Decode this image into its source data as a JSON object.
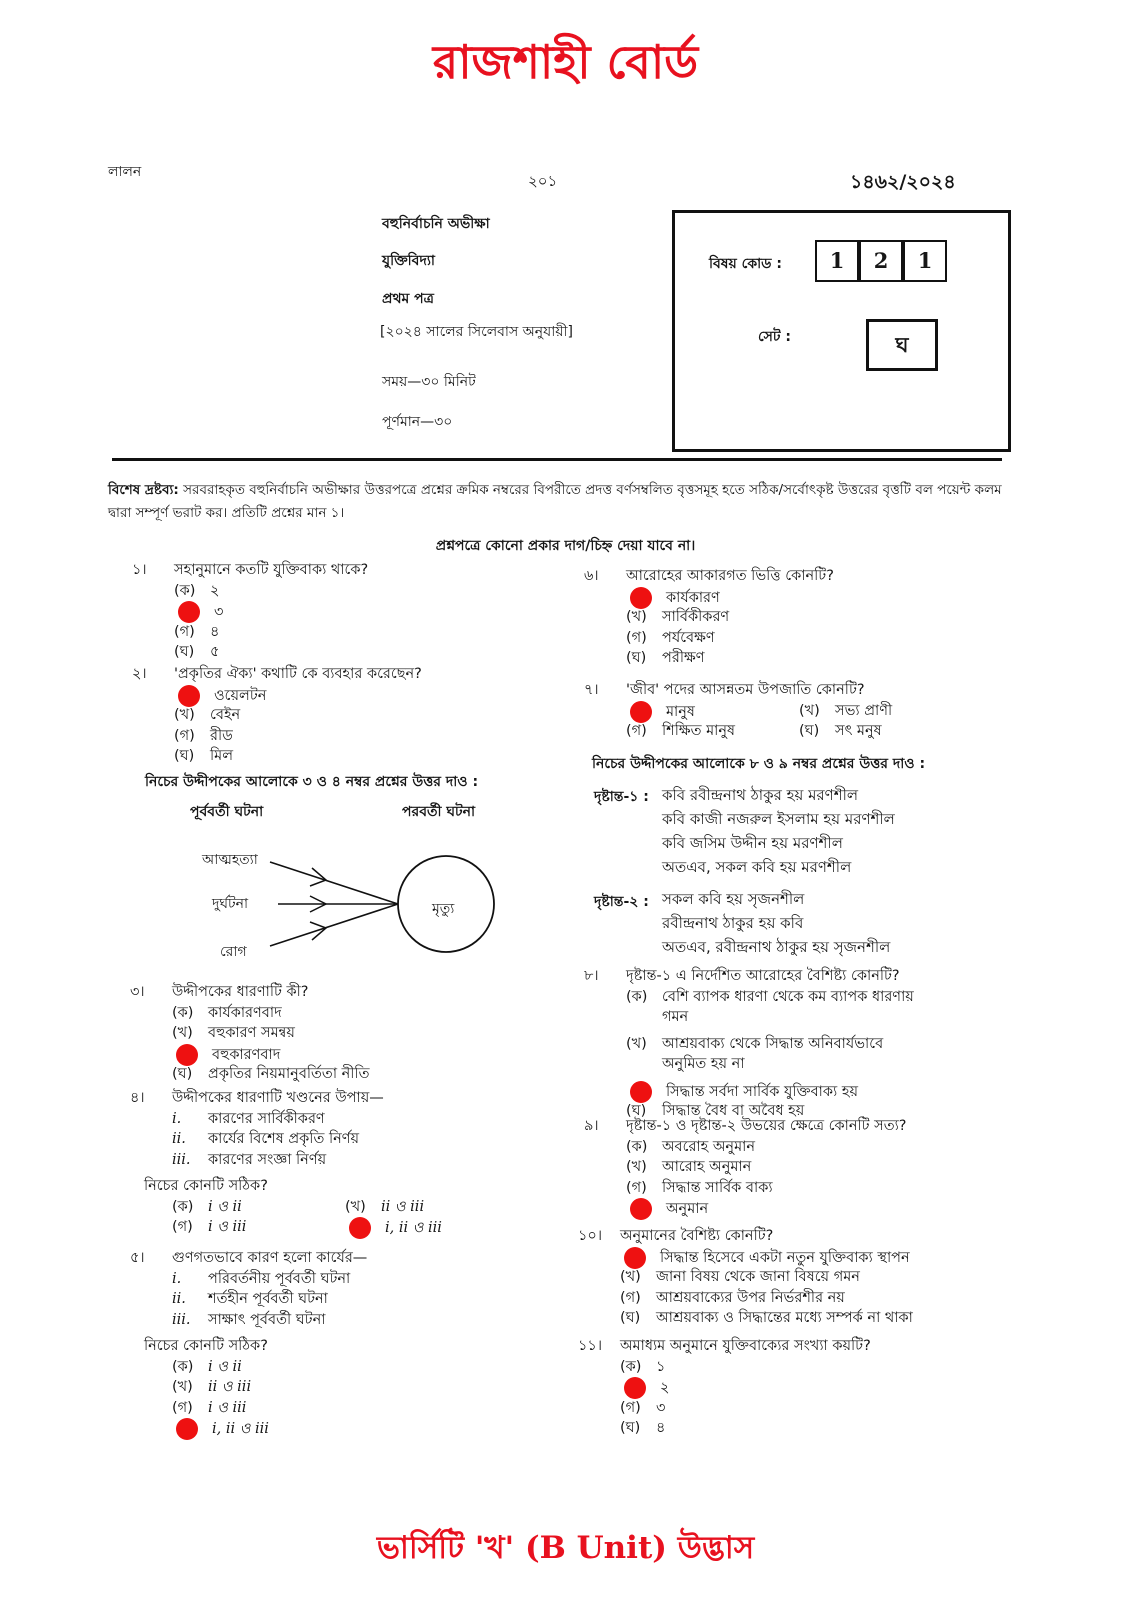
{
  "header": {
    "board_title": "রাজশাহী বোর্ড",
    "left_mark": "লালন",
    "page_no": "২০১",
    "paper_code": "১৪৬২/২০২৪",
    "exam_type": "বহুনির্বাচনি অভীক্ষা",
    "subject": "যুক্তিবিদ্যা",
    "paper": "প্রথম পত্র",
    "syllabus": "[২০২৪ সালের সিলেবাস অনুযায়ী]",
    "time": "সময়—৩০ মিনিট",
    "full_marks": "পূর্ণমান—৩০",
    "subject_code_label": "বিষয় কোড :",
    "subject_code": [
      "1",
      "2",
      "1"
    ],
    "set_label": "সেট :",
    "set_value": "ঘ"
  },
  "instructions": {
    "special_label": "বিশেষ দ্রষ্টব্য:",
    "special_text": "সরবরাহকৃত বহুনির্বাচনি অভীক্ষার উত্তরপত্রে প্রশ্নের ক্রমিক নম্বরের বিপরীতে প্রদত্ত বর্ণসম্বলিত বৃত্তসমূহ হতে সঠিক/সর্বোৎকৃষ্ট উত্তরের বৃত্তটি বল পয়েন্ট কলম দ্বারা সম্পূর্ণ ভরাট কর। প্রতিটি প্রশ্নের মান ১।",
    "warning": "প্রশ্নপত্রে কোনো প্রকার দাগ/চিহ্ন দেয়া যাবে না।"
  },
  "questions": {
    "q1": {
      "num": "১।",
      "text": "সহানুমানে কতটি যুক্তিবাক্য থাকে?",
      "o1k": "(ক)",
      "o1": "২",
      "o2": "৩",
      "o3k": "(গ)",
      "o3": "৪",
      "o4k": "(ঘ)",
      "o4": "৫"
    },
    "q2": {
      "num": "২।",
      "text": "'প্রকৃতির ঐক্য' কথাটি কে ব্যবহার করেছেন?",
      "o1": "ওয়েলটন",
      "o2k": "(খ)",
      "o2": "বেইন",
      "o3k": "(গ)",
      "o3": "রীড",
      "o4k": "(ঘ)",
      "o4": "মিল"
    },
    "stim34": {
      "intro": "নিচের উদ্দীপকের আলোকে ৩ ও ৪ নম্বর প্রশ্নের উত্তর দাও :",
      "left_head": "পূর্ববর্তী ঘটনা",
      "right_head": "পরবর্তী ঘটনা",
      "cause1": "আত্মহত্যা",
      "cause2": "দুর্ঘটনা",
      "cause3": "রোগ",
      "effect": "মৃত্যু"
    },
    "q3": {
      "num": "৩।",
      "text": "উদ্দীপকের ধারণাটি কী?",
      "o1k": "(ক)",
      "o1": "কার্যকারণবাদ",
      "o2k": "(খ)",
      "o2": "বহুকারণ সমন্বয়",
      "o3": "বহুকারণবাদ",
      "o4k": "(ঘ)",
      "o4": "প্রকৃতির নিয়মানুবর্তিতা নীতি"
    },
    "q4": {
      "num": "৪।",
      "text": "উদ্দীপকের ধারণাটি খণ্ডনের উপায়—",
      "s1k": "i.",
      "s1": "কারণের সার্বিকীকরণ",
      "s2k": "ii.",
      "s2": "কার্যের বিশেষ প্রকৃতি নির্ণয়",
      "s3k": "iii.",
      "s3": "কারণের সংজ্ঞা নির্ণয়",
      "ask": "নিচের কোনটি সঠিক?",
      "o1k": "(ক)",
      "o1": "i ও ii",
      "o2k": "(খ)",
      "o2": "ii ও iii",
      "o3k": "(গ)",
      "o3": "i ও iii",
      "o4": "i, ii ও iii"
    },
    "q5": {
      "num": "৫।",
      "text": "গুণগতভাবে কারণ হলো কার্যের—",
      "s1k": "i.",
      "s1": "পরিবর্তনীয় পূর্ববর্তী ঘটনা",
      "s2k": "ii.",
      "s2": "শর্তহীন পূর্ববর্তী ঘটনা",
      "s3k": "iii.",
      "s3": "সাক্ষাৎ পূর্ববর্তী ঘটনা",
      "ask": "নিচের কোনটি সঠিক?",
      "o1k": "(ক)",
      "o1": "i ও ii",
      "o2k": "(খ)",
      "o2": "ii ও iii",
      "o3k": "(গ)",
      "o3": "i ও iii",
      "o4": "i, ii ও iii"
    },
    "q6": {
      "num": "৬।",
      "text": "আরোহের আকারগত ভিত্তি কোনটি?",
      "o1": "কার্যকারণ",
      "o2k": "(খ)",
      "o2": "সার্বিকীকরণ",
      "o3k": "(গ)",
      "o3": "পর্যবেক্ষণ",
      "o4k": "(ঘ)",
      "o4": "পরীক্ষণ"
    },
    "q7": {
      "num": "৭।",
      "text": "'জীব' পদের আসন্নতম উপজাতি কোনটি?",
      "o1": "মানুষ",
      "o2k": "(খ)",
      "o2": "সভ্য প্রাণী",
      "o3k": "(গ)",
      "o3": "শিক্ষিত মানুষ",
      "o4k": "(ঘ)",
      "o4": "সৎ মনুষ"
    },
    "stim89": {
      "intro": "নিচের উদ্দীপকের আলোকে ৮ ও ৯ নম্বর প্রশ্নের উত্তর দাও :",
      "d1_label": "দৃষ্টান্ত-১ :",
      "d1_l1": "কবি রবীন্দ্রনাথ ঠাকুর হয় মরণশীল",
      "d1_l2": "কবি কাজী নজরুল ইসলাম হয় মরণশীল",
      "d1_l3": "কবি জসিম উদ্দীন হয় মরণশীল",
      "d1_l4": "অতএব, সকল কবি হয় মরণশীল",
      "d2_label": "দৃষ্টান্ত-২ :",
      "d2_l1": "সকল কবি হয় সৃজনশীল",
      "d2_l2": "রবীন্দ্রনাথ ঠাকুর হয় কবি",
      "d2_l3": "অতএব, রবীন্দ্রনাথ ঠাকুর হয় সৃজনশীল"
    },
    "q8": {
      "num": "৮।",
      "text": "দৃষ্টান্ত-১ এ নির্দেশিত আরোহের বৈশিষ্ট্য কোনটি?",
      "o1k": "(ক)",
      "o1a": "বেশি ব্যাপক ধারণা থেকে কম ব্যাপক ধারণায়",
      "o1b": "গমন",
      "o2k": "(খ)",
      "o2a": "আশ্রয়বাক্য থেকে সিদ্ধান্ত অনিবার্যভাবে",
      "o2b": "অনুমিত হয় না",
      "o3": "সিদ্ধান্ত সর্বদা সার্বিক যুক্তিবাক্য হয়",
      "o4k": "(ঘ)",
      "o4": "সিদ্ধান্ত বৈধ বা অবৈধ হয়"
    },
    "q9": {
      "num": "৯।",
      "text": "দৃষ্টান্ত-১ ও দৃষ্টান্ত-২ উভয়ের ক্ষেত্রে কোনটি সত্য?",
      "o1k": "(ক)",
      "o1": "অবরোহ অনুমান",
      "o2k": "(খ)",
      "o2": "আরোহ অনুমান",
      "o3k": "(গ)",
      "o3": "সিদ্ধান্ত সার্বিক বাক্য",
      "o4": "অনুমান"
    },
    "q10": {
      "num": "১০।",
      "text": "অনুমানের বৈশিষ্ট্য কোনটি?",
      "o1": "সিদ্ধান্ত হিসেবে একটা নতুন যুক্তিবাক্য স্থাপন",
      "o2k": "(খ)",
      "o2": "জানা বিষয় থেকে জানা বিষয়ে গমন",
      "o3k": "(গ)",
      "o3": "আশ্রয়বাক্যের উপর নির্ভরশীর নয়",
      "o4k": "(ঘ)",
      "o4": "আশ্রয়বাক্য ও সিদ্ধান্তের মধ্যে সম্পর্ক না থাকা"
    },
    "q11": {
      "num": "১১।",
      "text": "অমাধ্যম অনুমানে যুক্তিবাক্যের সংখ্যা কয়টি?",
      "o1k": "(ক)",
      "o1": "১",
      "o2": "২",
      "o3k": "(গ)",
      "o3": "৩",
      "o4k": "(ঘ)",
      "o4": "৪"
    }
  },
  "footer": "ভার্সিটি 'খ' (B Unit) উদ্ভাস",
  "colors": {
    "brand_red": "#e8111f",
    "answer_dot": "#ee1111"
  }
}
